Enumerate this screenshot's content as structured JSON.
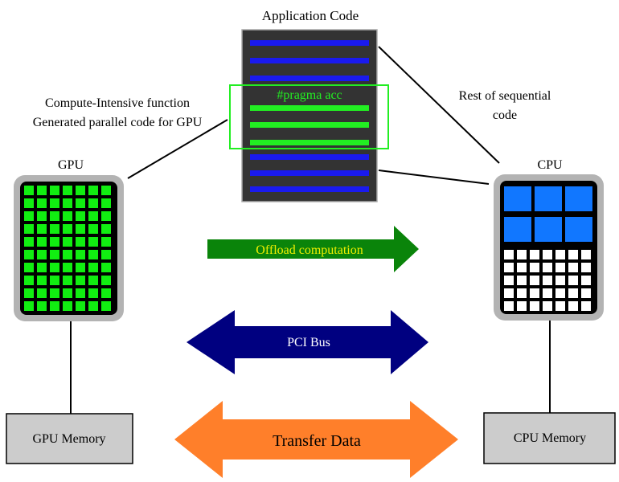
{
  "code_block": {
    "title": "Application Code",
    "pragma_label": "#pragma acc"
  },
  "gpu": {
    "caption_line1": "Compute-Intensive function",
    "caption_line2": "Generated parallel code for GPU",
    "label": "GPU",
    "memory_label": "GPU Memory",
    "grid": {
      "rows": 10,
      "cols": 7
    }
  },
  "cpu": {
    "caption_line1": "Rest of sequential",
    "caption_line2": "code",
    "label": "CPU",
    "memory_label": "CPU Memory",
    "cores": {
      "rows": 2,
      "cols": 3
    },
    "cache_grid": {
      "rows": 5,
      "cols": 7
    }
  },
  "arrows": {
    "offload": "Offload computation",
    "pci": "PCI Bus",
    "transfer": "Transfer Data"
  },
  "colors": {
    "code_bg": "#333333",
    "code_line": "#1a1aee",
    "pragma_line": "#22ee22",
    "gpu_cell": "#11ee11",
    "cpu_core": "#1177ff",
    "offload_arrow": "#0a840a",
    "offload_text": "#f0f000",
    "pci_arrow": "#000080",
    "transfer_arrow": "#ff7f2a",
    "device_frame": "#b3b3b3",
    "memory_box": "#cccccc"
  }
}
